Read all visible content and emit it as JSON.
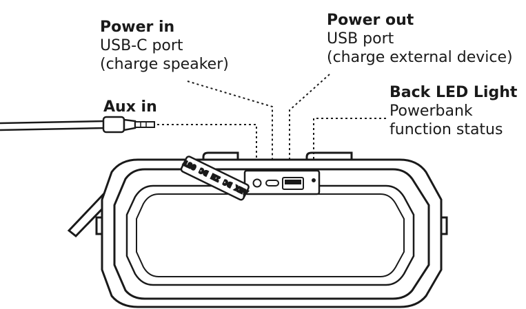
{
  "colors": {
    "ink": "#1a1a1a",
    "background": "#ffffff"
  },
  "labels": {
    "power_in": {
      "title": "Power in",
      "line1": "USB-C port",
      "line2": "(charge speaker)"
    },
    "power_out": {
      "title": "Power out",
      "line1": "USB port",
      "line2": "(charge external device)"
    },
    "aux_in": {
      "title": "Aux in"
    },
    "back_led": {
      "title": "Back LED Light",
      "line1": "Powerbank",
      "line2": "function status"
    }
  },
  "flap_text": "AUX  DC IN  DC OUT",
  "icons": [
    "aux-cable-icon",
    "speaker-icon",
    "aux-jack-icon",
    "usb-c-port-icon",
    "usb-port-icon",
    "led-light-icon"
  ]
}
